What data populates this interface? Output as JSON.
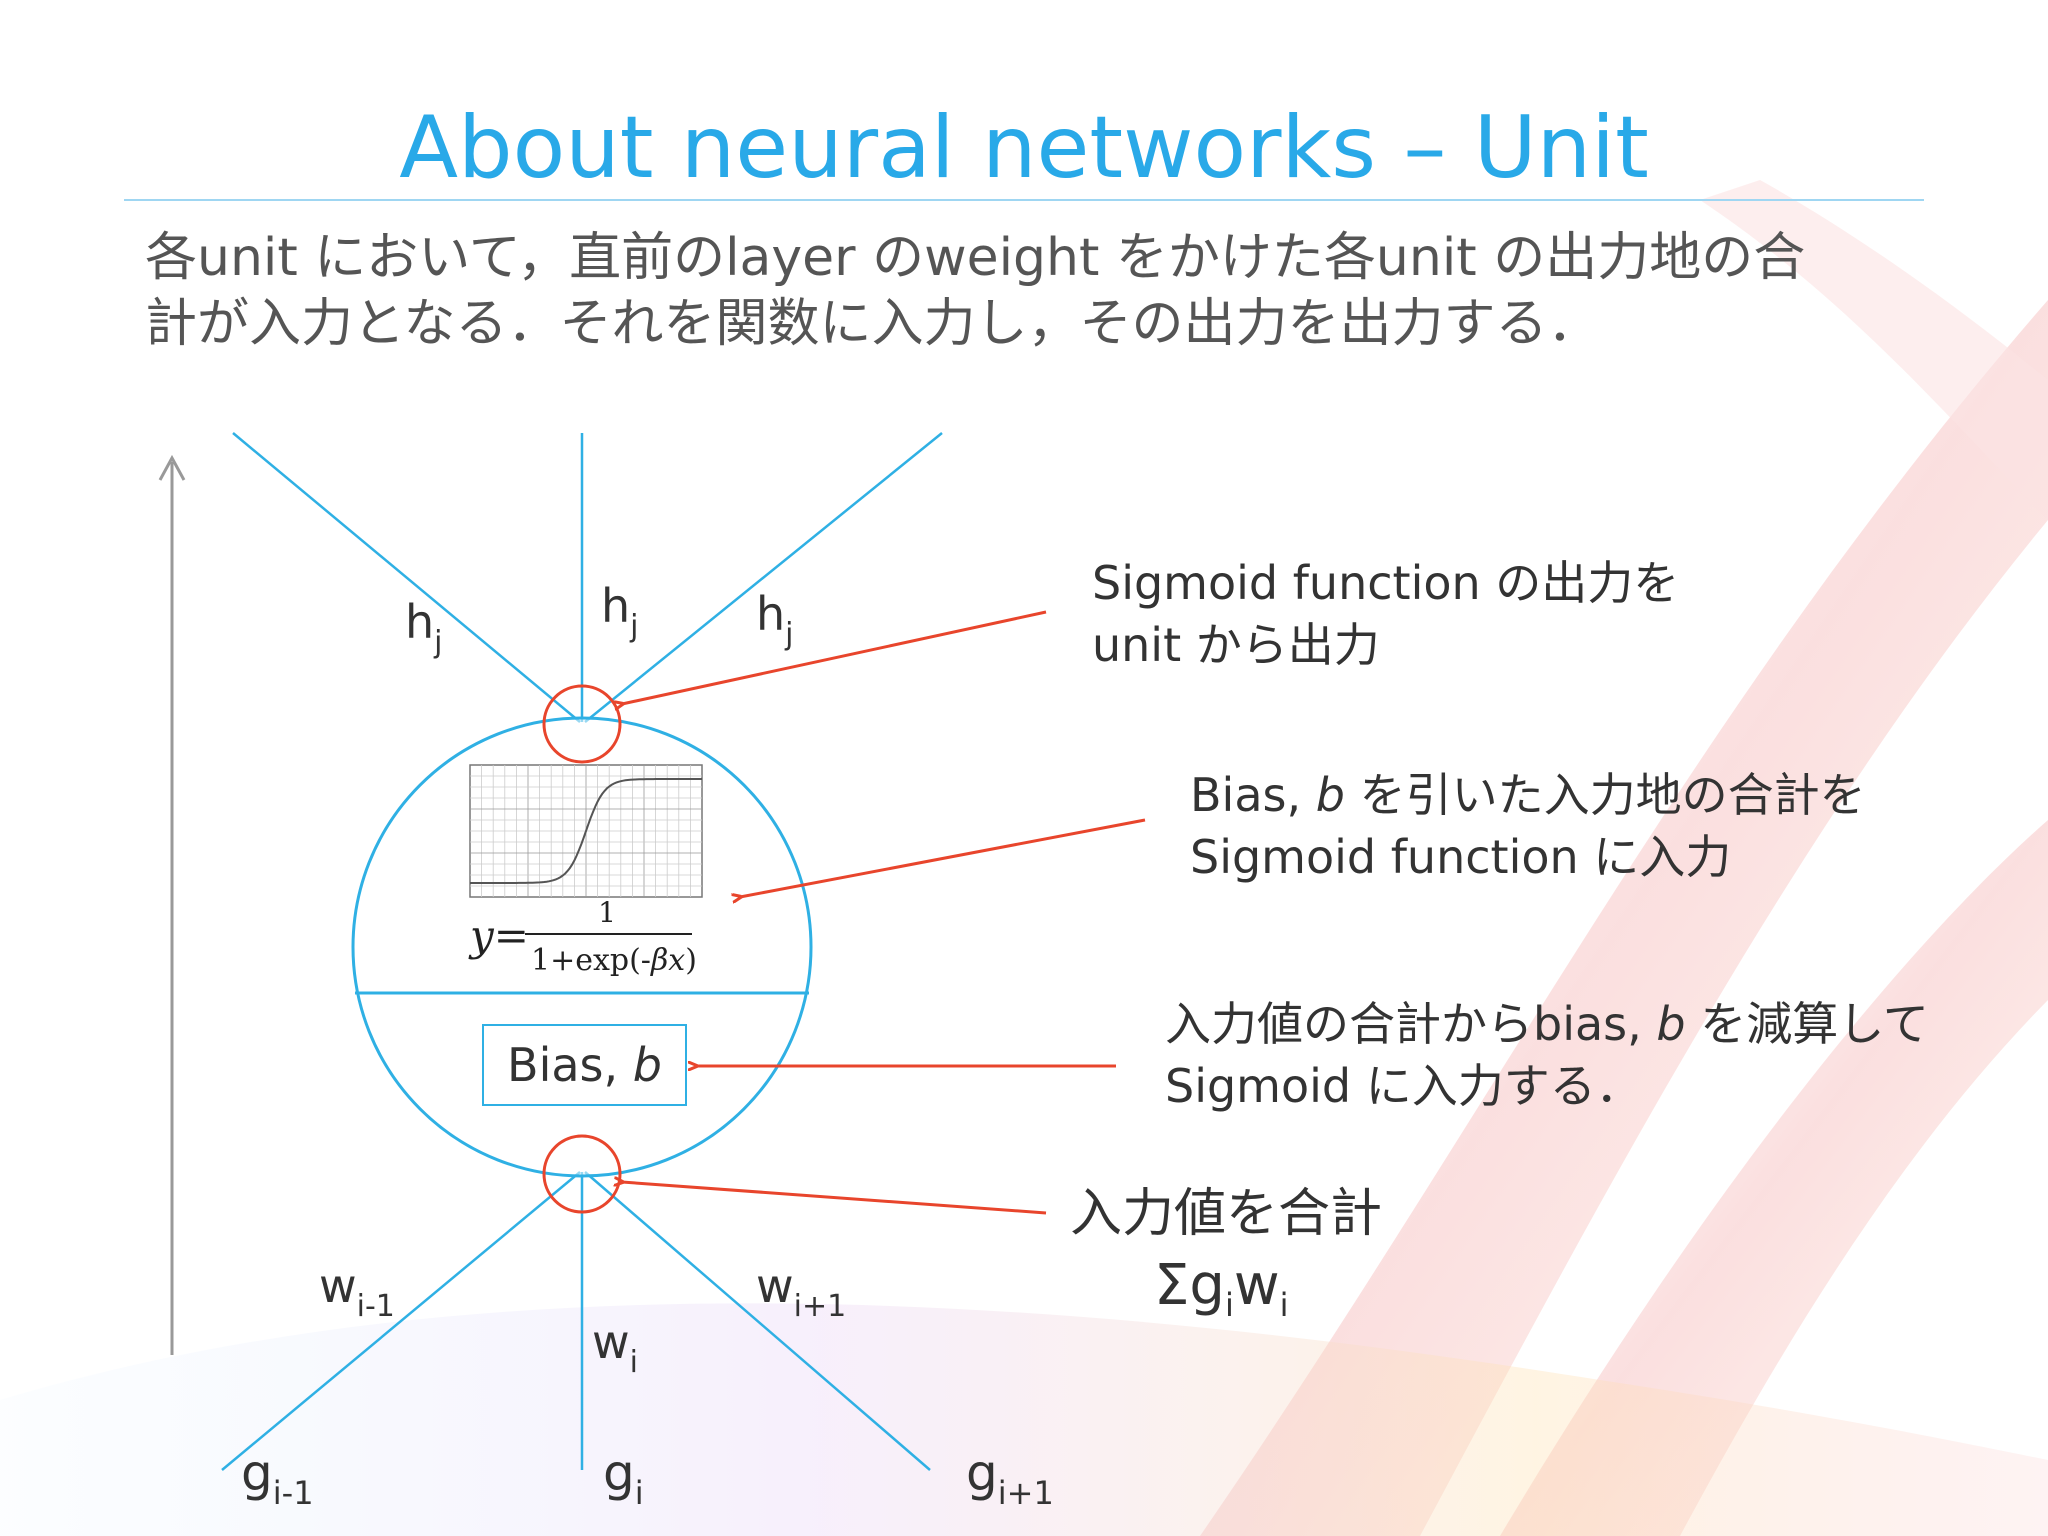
{
  "slide": {
    "title": "About neural networks – Unit",
    "description_lines": [
      "各unit において，直前のlayer のweight をかけた各unit の出力地の合",
      "計が入力となる．それを関数に入力し，その出力を出力する．"
    ]
  },
  "diagram": {
    "outputs": {
      "left": {
        "base": "h",
        "sub": "j"
      },
      "center": {
        "base": "h",
        "sub": "j"
      },
      "right": {
        "base": "h",
        "sub": "j"
      }
    },
    "weights": {
      "left": {
        "base": "w",
        "sub": "i-1"
      },
      "center": {
        "base": "w",
        "sub": "i"
      },
      "right": {
        "base": "w",
        "sub": "i+1"
      }
    },
    "inputs": {
      "left": {
        "base": "g",
        "sub": "i-1"
      },
      "center": {
        "base": "g",
        "sub": "i"
      },
      "right": {
        "base": "g",
        "sub": "i+1"
      }
    },
    "formula": {
      "lhs": "y=",
      "numerator": "1",
      "denominator_pre": "1+exp(-",
      "denominator_beta": "βx",
      "denominator_post": ")"
    },
    "bias_box": {
      "label_pre": "Bias, ",
      "label_var": "b"
    },
    "colors": {
      "line": "#2fb0e4",
      "arrow": "#e8452c",
      "title": "#29a9e8",
      "vertical_arrow": "#999999"
    }
  },
  "annotations": {
    "output": {
      "line1": "Sigmoid function の出力を",
      "line2": "unit から出力"
    },
    "sigmoid": {
      "line1_pre": "Bias, ",
      "line1_var": "b",
      "line1_post": " を引いた入力地の合計を",
      "line2": "Sigmoid function に入力"
    },
    "bias": {
      "line1_pre": "入力値の合計からbias, ",
      "line1_var": "b",
      "line1_post": " を減算して",
      "line2": "Sigmoid に入力する．"
    },
    "sum": {
      "line1": "入力値を合計",
      "sigma": "Σ",
      "g": "g",
      "g_sub": "i",
      "w": "w",
      "w_sub": "i"
    }
  }
}
